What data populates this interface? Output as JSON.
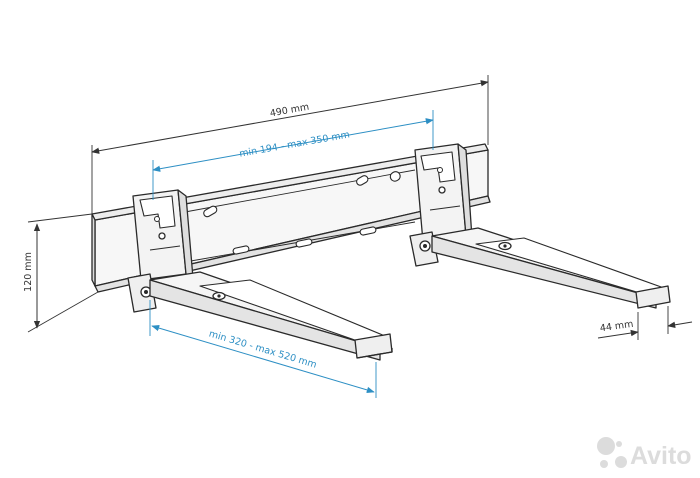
{
  "dimensions": {
    "total_width": "490 mm",
    "rail_adjust": "min 194 - max 350 mm",
    "height": "120 mm",
    "arm_length": "min 320 - max 520 mm",
    "arm_width": "44 mm"
  },
  "watermark": {
    "text": "Avito",
    "icon": "avito-dots-icon"
  },
  "colors": {
    "outline": "#2a2a2a",
    "dimension_dark": "#333333",
    "dimension_accent": "#2d8fc4",
    "metal_fill": "#f7f7f7",
    "metal_shade": "#e6e6e6",
    "watermark": "#dcdcdc"
  }
}
